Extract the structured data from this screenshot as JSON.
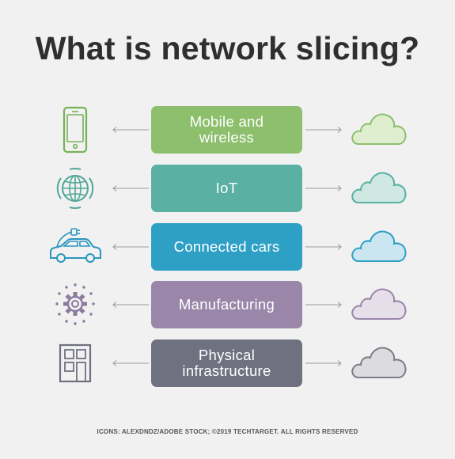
{
  "title": "What is network slicing?",
  "credit": "ICONS: ALEXDNDZ/ADOBE STOCK; ©2019 TECHTARGET. ALL RIGHTS RESERVED",
  "colors": {
    "background": "#f1f1f2",
    "title": "#2f2f2f",
    "arrow": "#9a9a9a",
    "icon_stroke": "#333333"
  },
  "slices": [
    {
      "label": "Mobile and\nwireless",
      "color": "#8dbf6d",
      "cloud_fill": "#dfeecf",
      "cloud_stroke": "#8dbf6d",
      "icon": "smartphone-icon",
      "icon_color": "#77b254"
    },
    {
      "label": "IoT",
      "color": "#5ab1a3",
      "cloud_fill": "#cfe8e2",
      "cloud_stroke": "#5ab1a3",
      "icon": "globe-icon",
      "icon_color": "#4fa796"
    },
    {
      "label": "Connected cars",
      "color": "#2ea0c6",
      "cloud_fill": "#cbe6f1",
      "cloud_stroke": "#2ea0c6",
      "icon": "electric-car-icon",
      "icon_color": "#2a96bf"
    },
    {
      "label": "Manufacturing",
      "color": "#9a86a9",
      "cloud_fill": "#e6dfea",
      "cloud_stroke": "#9a86a9",
      "icon": "gear-icon",
      "icon_color": "#8c7a9e"
    },
    {
      "label": "Physical\ninfrastructure",
      "color": "#6f7181",
      "cloud_fill": "#dcdcdf",
      "cloud_stroke": "#7c7d88",
      "icon": "building-icon",
      "icon_color": "#6f7181"
    }
  ]
}
